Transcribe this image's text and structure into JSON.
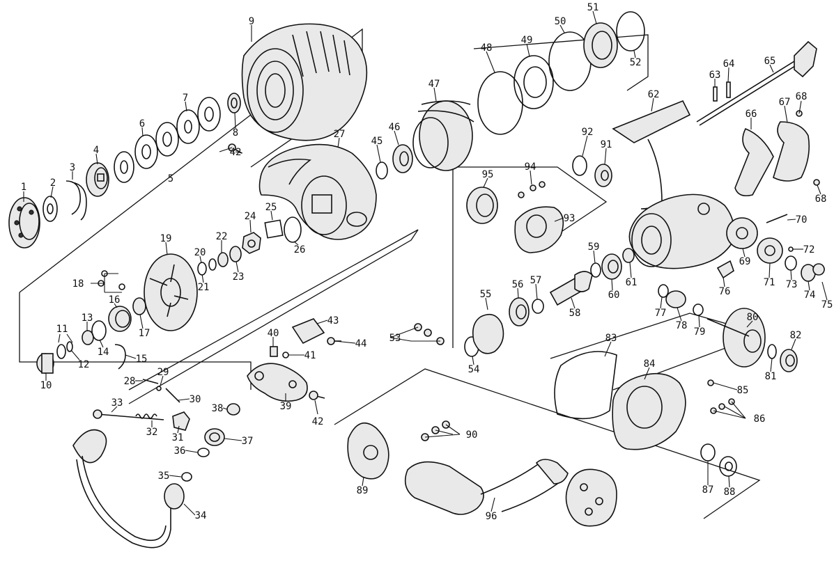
{
  "diagram": {
    "type": "exploded-parts-diagram",
    "callouts": [
      "1",
      "2",
      "3",
      "4",
      "5",
      "6",
      "7",
      "8",
      "9",
      "10",
      "11",
      "12",
      "13",
      "14",
      "15",
      "16",
      "17",
      "18",
      "19",
      "20",
      "21",
      "22",
      "23",
      "24",
      "25",
      "26",
      "27",
      "28",
      "29",
      "30",
      "31",
      "32",
      "33",
      "34",
      "35",
      "36",
      "37",
      "38",
      "39",
      "40",
      "41",
      "42",
      "43",
      "44",
      "45",
      "46",
      "47",
      "48",
      "49",
      "50",
      "51",
      "52",
      "53",
      "54",
      "55",
      "56",
      "57",
      "58",
      "59",
      "60",
      "61",
      "62",
      "63",
      "64",
      "65",
      "66",
      "67",
      "68",
      "69",
      "70",
      "71",
      "72",
      "73",
      "74",
      "75",
      "76",
      "77",
      "78",
      "79",
      "80",
      "81",
      "82",
      "83",
      "84",
      "85",
      "86",
      "87",
      "88",
      "89",
      "90",
      "91",
      "92",
      "93",
      "94",
      "95",
      "96"
    ],
    "repeated_callouts": {
      "42": 2,
      "68": 2
    },
    "line_color": "#111111",
    "background": "#ffffff"
  }
}
